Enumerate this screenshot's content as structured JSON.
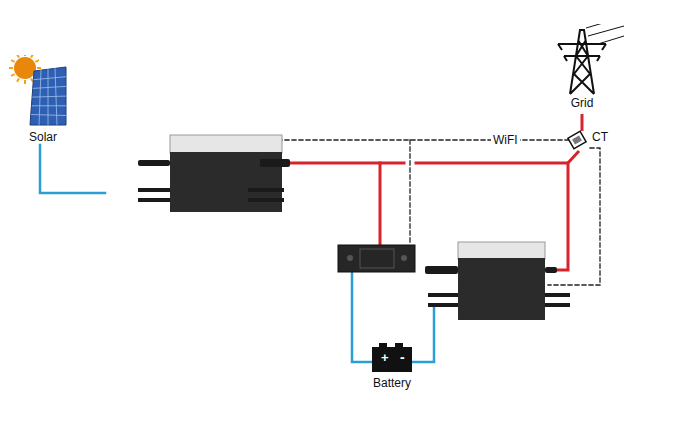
{
  "diagram": {
    "nodes": [
      {
        "text": [
          "Solar"
        ]
      },
      {
        "text": [
          "Grid"
        ]
      },
      {
        "text": [
          "CT"
        ]
      },
      {
        "text": [
          "Battery"
        ]
      }
    ],
    "edges": [
      {
        "from": 1,
        "to": 2,
        "arrow": "none"
      }
    ],
    "labels": [
      "WiFI",
      "+",
      "-"
    ]
  }
}
